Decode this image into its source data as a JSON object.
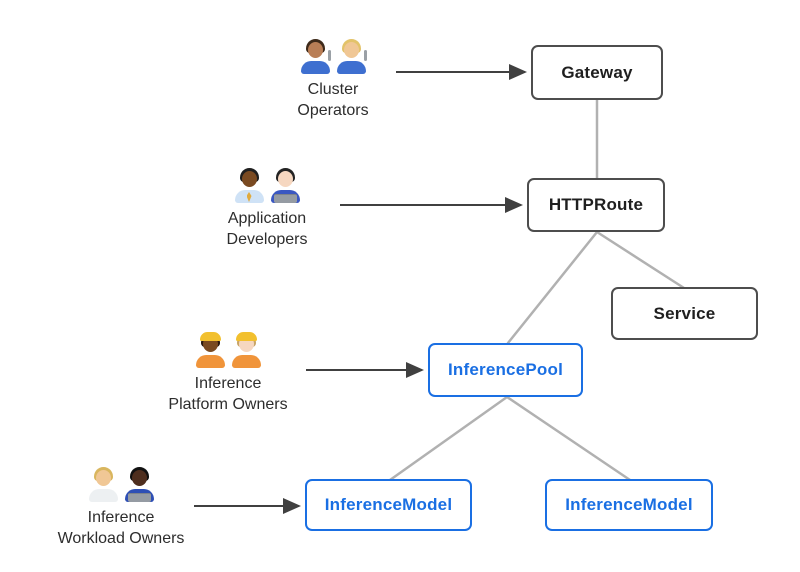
{
  "colors": {
    "accent_blue": "#1a6fe3",
    "dark_box_border": "#4d4d4d",
    "dark_box_text": "#1f1f1f",
    "connector_gray": "#b1b1b1",
    "arrow_dark": "#404040",
    "label_text": "#2d2d2d",
    "background": "#ffffff"
  },
  "nodes": [
    {
      "id": "gateway",
      "label": "Gateway",
      "style": "dark"
    },
    {
      "id": "httproute",
      "label": "HTTPRoute",
      "style": "dark"
    },
    {
      "id": "service",
      "label": "Service",
      "style": "dark"
    },
    {
      "id": "inferencepool",
      "label": "InferencePool",
      "style": "blue"
    },
    {
      "id": "inferencemodel-left",
      "label": "InferenceModel",
      "style": "blue"
    },
    {
      "id": "inferencemodel-right",
      "label": "InferenceModel",
      "style": "blue"
    }
  ],
  "edges": [
    {
      "from": "Gateway",
      "to": "HTTPRoute"
    },
    {
      "from": "HTTPRoute",
      "to": "Service"
    },
    {
      "from": "HTTPRoute",
      "to": "InferencePool"
    },
    {
      "from": "InferencePool",
      "to": "InferenceModel (left)"
    },
    {
      "from": "InferencePool",
      "to": "InferenceModel (right)"
    }
  ],
  "actor_arrows": [
    {
      "from": "Cluster Operators",
      "to": "Gateway"
    },
    {
      "from": "Application Developers",
      "to": "HTTPRoute"
    },
    {
      "from": "Inference Platform Owners",
      "to": "InferencePool"
    },
    {
      "from": "Inference Workload Owners",
      "to": "InferenceModel (left)"
    }
  ],
  "personas": [
    {
      "name": "Cluster Operators",
      "label_lines": [
        "Cluster",
        "Operators"
      ],
      "avatars": [
        {
          "name": "man-mechanic-emoji",
          "emoji": "👨🏽‍🔧",
          "skin": "#b97e56",
          "hair": "#3e2a1a",
          "shirt": "#3e6fd0",
          "accessory": "wrench"
        },
        {
          "name": "woman-mechanic-emoji",
          "emoji": "👩🏼‍🔧",
          "skin": "#f0c795",
          "hair": "#e3c36a",
          "shirt": "#3e6fd0",
          "accessory": "wrench"
        }
      ]
    },
    {
      "name": "Application Developers",
      "label_lines": [
        "Application",
        "Developers"
      ],
      "avatars": [
        {
          "name": "man-office-worker-emoji",
          "emoji": "👨🏾‍💼",
          "skin": "#7a4a21",
          "hair": "#1f1f1f",
          "shirt": "#cfe2f6",
          "accessory": "tie"
        },
        {
          "name": "woman-technologist-emoji",
          "emoji": "👩🏻‍💻",
          "skin": "#f6d7c0",
          "hair": "#232323",
          "shirt": "#3a57c2",
          "accessory": "laptop"
        }
      ]
    },
    {
      "name": "Inference Platform Owners",
      "label_lines": [
        "Inference",
        "Platform Owners"
      ],
      "avatars": [
        {
          "name": "woman-construction-worker-emoji",
          "emoji": "👷🏾‍♀️",
          "skin": "#7a4a21",
          "hair": "#2b1a10",
          "shirt": "#f0943a",
          "accessory": "helmet",
          "hat": "#f2c02e"
        },
        {
          "name": "man-construction-worker-emoji",
          "emoji": "👷🏻",
          "skin": "#f6d7c0",
          "hair": "#c9a567",
          "shirt": "#f0943a",
          "accessory": "helmet",
          "hat": "#f2c02e"
        }
      ]
    },
    {
      "name": "Inference Workload Owners",
      "label_lines": [
        "Inference",
        "Workload Owners"
      ],
      "avatars": [
        {
          "name": "health-worker-emoji",
          "emoji": "🧑🏼‍⚕️",
          "skin": "#f0c795",
          "hair": "#d9b65e",
          "shirt": "#edf0f2",
          "accessory": "none"
        },
        {
          "name": "man-technologist-emoji",
          "emoji": "🧑🏿‍💻",
          "skin": "#4e2e1e",
          "hair": "#111111",
          "shirt": "#2e4fb5",
          "accessory": "laptop"
        }
      ]
    }
  ]
}
